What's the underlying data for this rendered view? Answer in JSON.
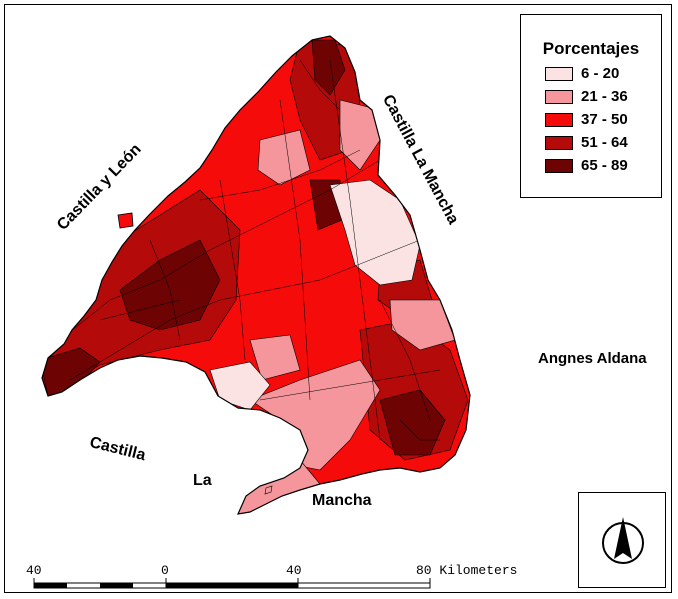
{
  "legend": {
    "title": "Porcentajes",
    "classes": [
      {
        "label": "6 - 20",
        "color": "#fbe3e3"
      },
      {
        "label": "21 - 36",
        "color": "#f4969b"
      },
      {
        "label": "37 - 50",
        "color": "#f60b0b"
      },
      {
        "label": "51 - 64",
        "color": "#b40a0a"
      },
      {
        "label": "65 - 89",
        "color": "#6e0303"
      }
    ]
  },
  "regions": {
    "castilla_leon": "Castilla y León",
    "castilla_la_mancha": "Castilla La Mancha",
    "castilla": "Castilla",
    "la": "La",
    "mancha": "Mancha"
  },
  "author": "Angnes Aldana",
  "scale_bar": {
    "ticks": [
      "40",
      "0",
      "40",
      "80 Kilometers"
    ]
  },
  "north_arrow": {
    "icon": "north-arrow-icon"
  },
  "colors": {
    "border": "#000000",
    "background": "#ffffff"
  }
}
